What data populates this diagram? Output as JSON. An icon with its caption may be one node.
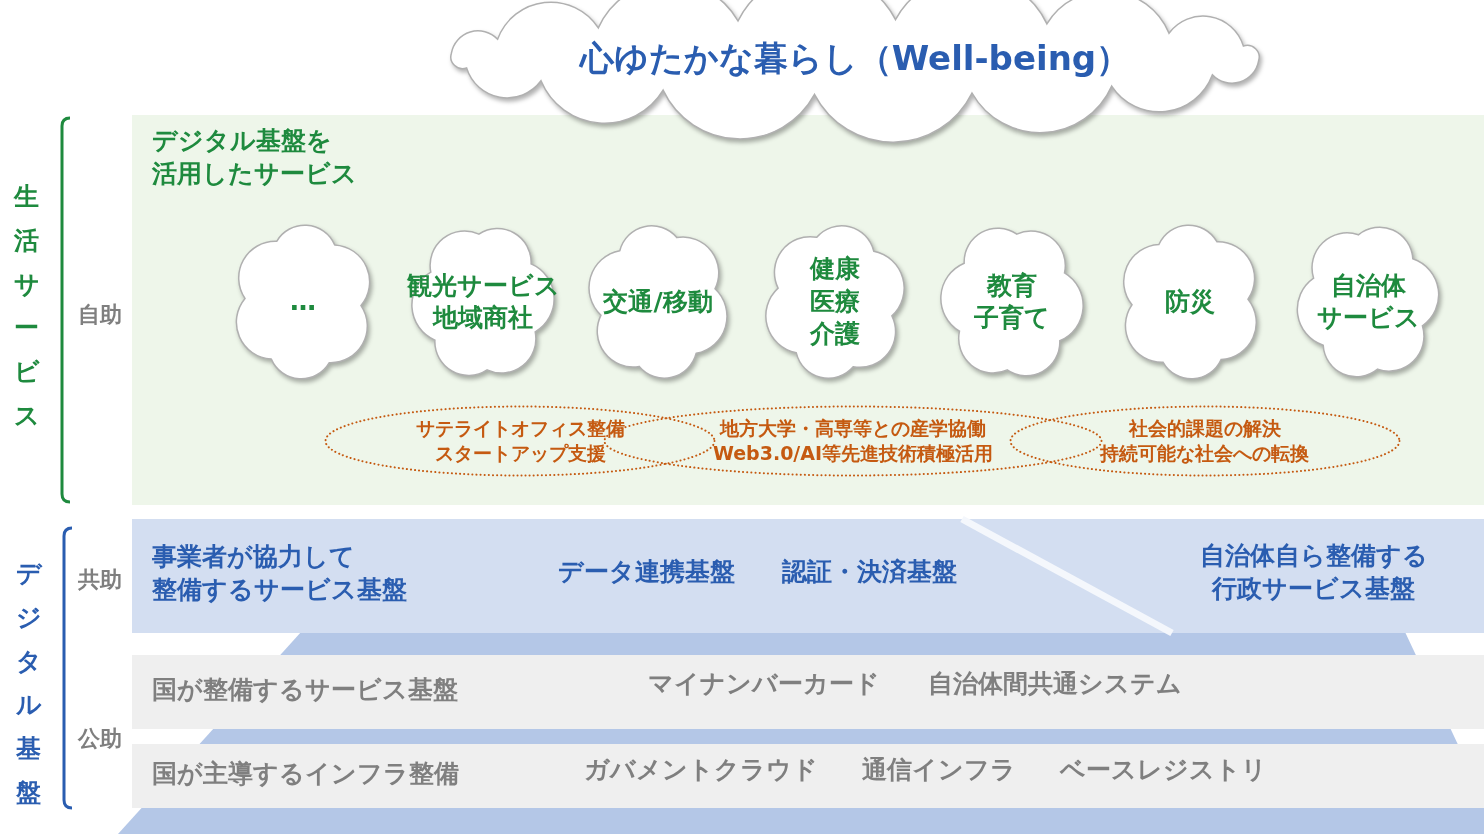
{
  "diagram": {
    "nodes": [
      {
        "text": [
          "心ゆたかな暮らし（Well-being）"
        ]
      },
      {
        "text": [
          "デジタル基盤を活用したサービス"
        ]
      },
      {
        "text": [
          "…"
        ],
        "in": 1
      },
      {
        "text": [
          "観光サービス地域商社"
        ],
        "in": 1
      },
      {
        "text": [
          "交通/移動"
        ],
        "in": 1
      },
      {
        "text": [
          "健康医療介護"
        ],
        "in": 1
      },
      {
        "text": [
          "教育子育て"
        ],
        "in": 1
      },
      {
        "text": [
          "防災"
        ],
        "in": 1
      },
      {
        "text": [
          "自治体サービス"
        ],
        "in": 1
      },
      {
        "text": [
          "サテライトオフィス整備スタートアップ支援"
        ],
        "in": 1
      },
      {
        "text": [
          "地方大学・高専等との産学協働Web3.0/AI等先進技術積極活用"
        ],
        "in": 1
      },
      {
        "text": [
          "社会的課題の解決持続可能な社会への転換"
        ],
        "in": 1
      },
      {
        "text": [
          "事業者が協力して整備するサービス基盤",
          "データ連携基盤",
          "認証・決済基盤",
          "自治体自ら整備する行政サービス基盤"
        ]
      },
      {
        "text": [
          "国が整備するサービス基盤",
          "マイナンバーカード",
          "自治体間共通システム"
        ]
      },
      {
        "text": [
          "国が主導するインフラ整備",
          "ガバメントクラウド",
          "通信インフラ",
          "ベースレジストリ"
        ]
      }
    ],
    "labels": [
      "生活サービス",
      "自助",
      "デジタル基盤",
      "共助",
      "公助"
    ]
  }
}
